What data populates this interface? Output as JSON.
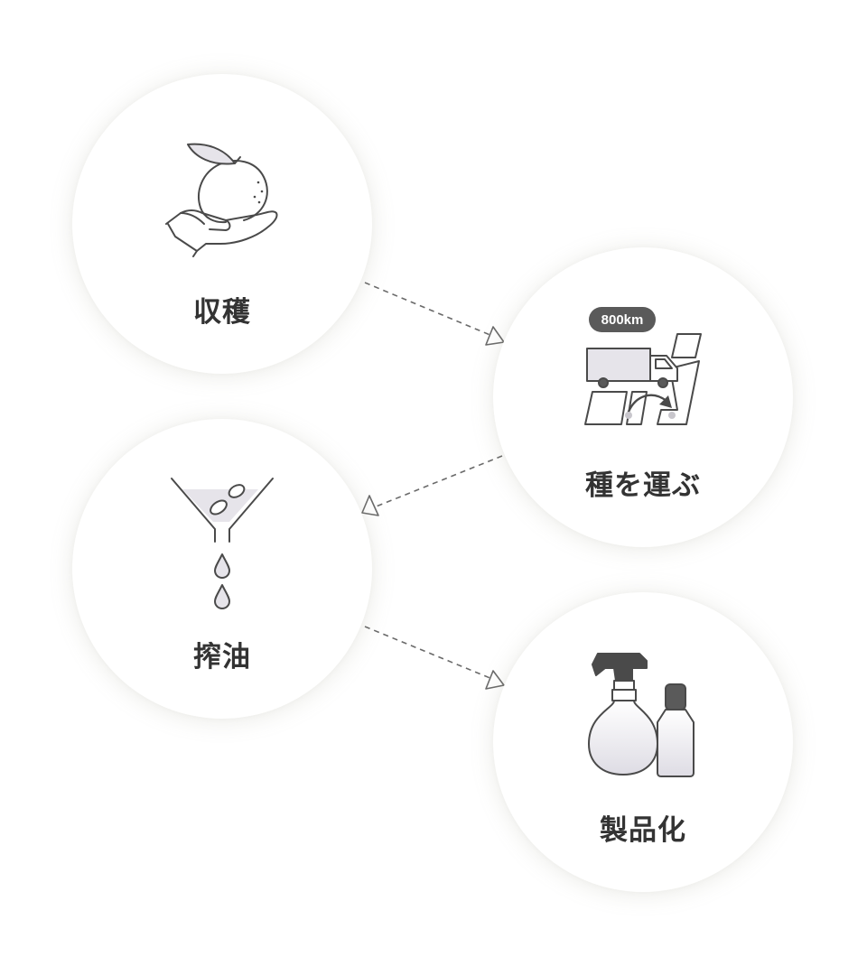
{
  "steps": [
    {
      "id": "harvest",
      "label": "収穫",
      "icon": "hand-holding-citrus-icon"
    },
    {
      "id": "transport",
      "label": "種を運ぶ",
      "icon": "delivery-truck-map-icon",
      "badge": "800km"
    },
    {
      "id": "press",
      "label": "搾油",
      "icon": "funnel-oil-drops-icon"
    },
    {
      "id": "product",
      "label": "製品化",
      "icon": "spray-bottle-and-bottle-icon"
    }
  ],
  "colors": {
    "line": "#4a4a4a",
    "fill_light": "#e6e4ea",
    "badge": "#5a5a5a",
    "arrow": "#6a6a6a",
    "label": "#333333"
  }
}
